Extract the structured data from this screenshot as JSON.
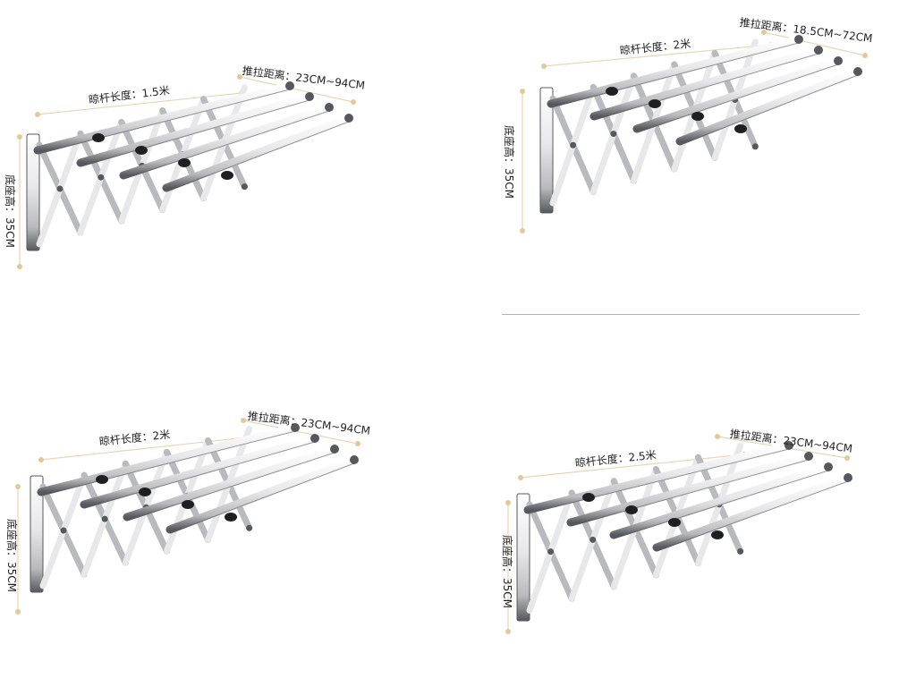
{
  "colors": {
    "steel_light": "#e8e8ea",
    "steel_mid": "#b9babd",
    "steel_dark": "#55585c",
    "dimension_line": "#e8d6b4",
    "dimension_dot": "#e3c89a",
    "divider": "#9fb4d6"
  },
  "panels": [
    {
      "pole_length": "晾杆长度：1.5米",
      "push_distance": "推拉距离：23CM~94CM",
      "base_height": "底座高：35CM"
    },
    {
      "pole_length": "晾杆长度：2米",
      "push_distance": "推拉距离：18.5CM~72CM",
      "base_height": "底座高：35CM"
    },
    {
      "pole_length": "晾杆长度：2米",
      "push_distance": "推拉距离：23CM~94CM",
      "base_height": "底座高：35CM"
    },
    {
      "pole_length": "晾杆长度：2.5米",
      "push_distance": "推拉距离：23CM~94CM",
      "base_height": "底座高：35CM"
    }
  ]
}
